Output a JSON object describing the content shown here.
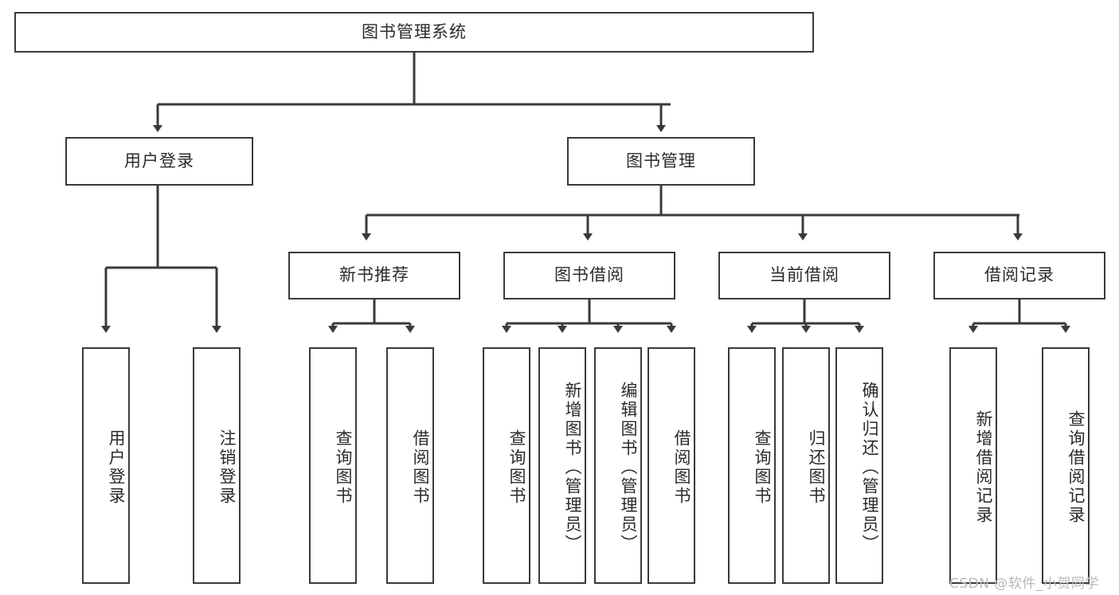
{
  "diagram": {
    "type": "tree-structure-chart",
    "title": "图书管理系统",
    "watermark": "CSDN @软件_小贺同学",
    "colors": {
      "stroke": "#3a3a3a",
      "box_fill": "#ffffff",
      "text": "#2b2b2b",
      "watermark": "#b9b9b9",
      "background": "#ffffff"
    },
    "nodes": {
      "root": {
        "label": "图书管理系统",
        "level": 0
      },
      "l1": [
        {
          "id": "user_login",
          "label": "用户登录"
        },
        {
          "id": "book_manage",
          "label": "图书管理"
        }
      ],
      "l2": [
        {
          "id": "new_book_rec",
          "label": "新书推荐"
        },
        {
          "id": "book_borrow",
          "label": "图书借阅"
        },
        {
          "id": "current_borrow",
          "label": "当前借阅"
        },
        {
          "id": "borrow_record",
          "label": "借阅记录"
        }
      ],
      "leaves": {
        "user_login": [
          {
            "id": "leaf_user_login",
            "label": "用户登录"
          },
          {
            "id": "leaf_logout",
            "label": "注销登录"
          }
        ],
        "new_book_rec": [
          {
            "id": "leaf_query_book_1",
            "label": "查询图书"
          },
          {
            "id": "leaf_borrow_book_1",
            "label": "借阅图书"
          }
        ],
        "book_borrow": [
          {
            "id": "leaf_query_book_2",
            "label": "查询图书"
          },
          {
            "id": "leaf_add_book",
            "label": "新增图书（管理员）"
          },
          {
            "id": "leaf_edit_book",
            "label": "编辑图书（管理员）"
          },
          {
            "id": "leaf_borrow_book_2",
            "label": "借阅图书"
          }
        ],
        "current_borrow": [
          {
            "id": "leaf_query_book_3",
            "label": "查询图书"
          },
          {
            "id": "leaf_return_book",
            "label": "归还图书"
          },
          {
            "id": "leaf_confirm_return",
            "label": "确认归还（管理员）"
          }
        ],
        "borrow_record": [
          {
            "id": "leaf_add_record",
            "label": "新增借阅记录"
          },
          {
            "id": "leaf_query_record",
            "label": "查询借阅记录"
          }
        ]
      }
    }
  }
}
